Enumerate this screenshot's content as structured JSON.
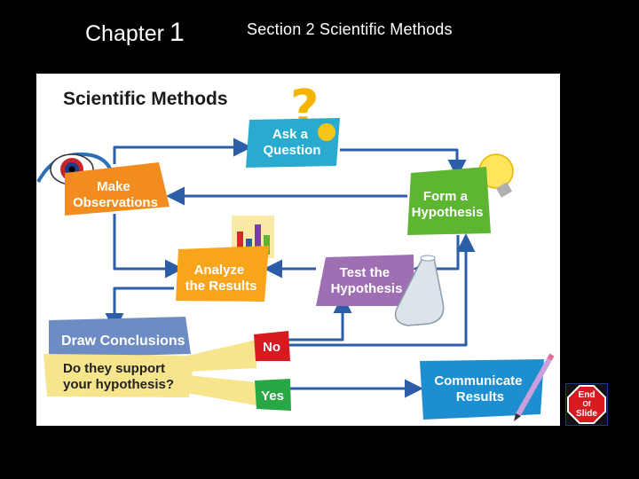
{
  "header": {
    "chapter_word": "Chapter",
    "chapter_num": "1",
    "section": "Section 2  Scientific Methods"
  },
  "diagram": {
    "title": "Scientific Methods",
    "nodes": {
      "ask": [
        "Ask a",
        "Question"
      ],
      "observe": [
        "Make",
        "Observations"
      ],
      "hypothesis": [
        "Form a",
        "Hypothesis"
      ],
      "analyze": [
        "Analyze",
        "the Results"
      ],
      "test": [
        "Test the",
        "Hypothesis"
      ],
      "conclusions": "Draw Conclusions",
      "support": [
        "Do they support",
        "your hypothesis?"
      ],
      "no": "No",
      "yes": "Yes",
      "communicate": [
        "Communicate",
        "Results"
      ]
    },
    "colors": {
      "ask": "#29ABD0",
      "observe": "#F28C1E",
      "hypothesis": "#5DB531",
      "analyze": "#F9A51B",
      "test": "#9F6FB3",
      "conclusions": "#6E8CC4",
      "support": "#F6E58D",
      "no": "#D71920",
      "yes": "#28A745",
      "communicate": "#1D8FD0",
      "arrow": "#2B5DA8"
    },
    "icons": [
      "question-mark-icon",
      "eye-icon",
      "lightbulb-icon",
      "bar-chart-icon",
      "flask-icon",
      "pencil-icon"
    ]
  },
  "end_button": {
    "line1": "End",
    "line2": "Of",
    "line3": "Slide"
  }
}
